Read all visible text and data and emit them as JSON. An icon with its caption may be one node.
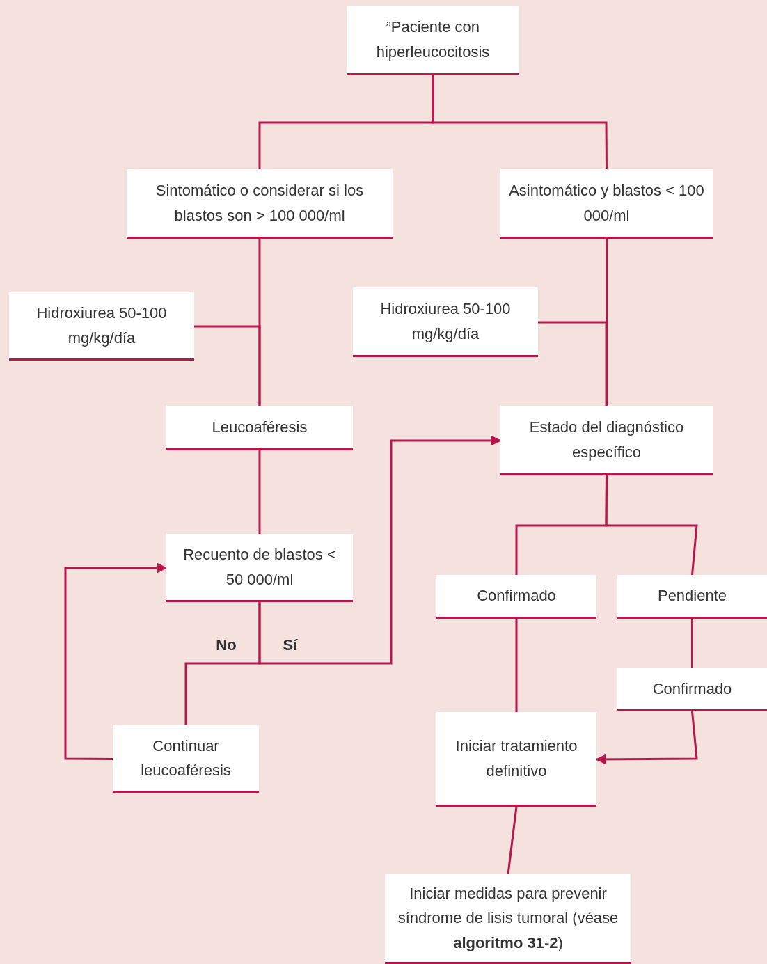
{
  "diagram": {
    "nodes": [
      {
        "text": [
          "$^{a}$Paciente con hiperleucocitosis"
        ]
      },
      {
        "text": [
          "Sintomático o considerar si los blastos son > 100 000/ml"
        ]
      },
      {
        "text": [
          "Asintomático y blastos < 100 000/ml"
        ]
      },
      {
        "text": [
          "Hidroxiurea 50-100 mg/kg/día"
        ]
      },
      {
        "text": [
          "Hidroxiurea 50-100 mg/kg/día"
        ]
      },
      {
        "text": [
          "Leucoaféresis"
        ]
      },
      {
        "text": [
          "Estado del diagnóstico específico"
        ]
      },
      {
        "text": [
          "Recuento de blastos < 50 000/ml"
        ]
      },
      {
        "text": [
          "Confirmado"
        ]
      },
      {
        "text": [
          "Pendiente"
        ]
      },
      {
        "text": [
          "Confirmado"
        ]
      },
      {
        "text": [
          "Continuar leucoaféresis"
        ]
      },
      {
        "text": [
          "Iniciar tratamiento definitivo"
        ]
      },
      {
        "text": [
          "Iniciar medidas para prevenir síndrome de lisis tumoral (véase **algoritmo 31-2**)"
        ]
      }
    ],
    "edges": [
      {
        "from": 0,
        "to": 1,
        "arrow": "none"
      },
      {
        "from": 0,
        "to": 2,
        "arrow": "none"
      },
      {
        "from": 1,
        "to": 5,
        "arrow": "none"
      },
      {
        "from": 3,
        "to": 5,
        "arrow": "none"
      },
      {
        "from": 2,
        "to": 6,
        "arrow": "none"
      },
      {
        "from": 4,
        "to": 6,
        "arrow": "none"
      },
      {
        "from": 5,
        "to": 7,
        "arrow": "none"
      },
      {
        "from": 7,
        "to": 11,
        "arrow": "none",
        "label": "No"
      },
      {
        "from": 7,
        "to": 6,
        "arrow": "to",
        "label": "Sí"
      },
      {
        "from": 11,
        "to": 7,
        "arrow": "to"
      },
      {
        "from": 6,
        "to": 8,
        "arrow": "none"
      },
      {
        "from": 6,
        "to": 9,
        "arrow": "none"
      },
      {
        "from": 9,
        "to": 10,
        "arrow": "none"
      },
      {
        "from": 8,
        "to": 12,
        "arrow": "none"
      },
      {
        "from": 10,
        "to": 12,
        "arrow": "to"
      },
      {
        "from": 12,
        "to": 13,
        "arrow": "none"
      }
    ]
  }
}
